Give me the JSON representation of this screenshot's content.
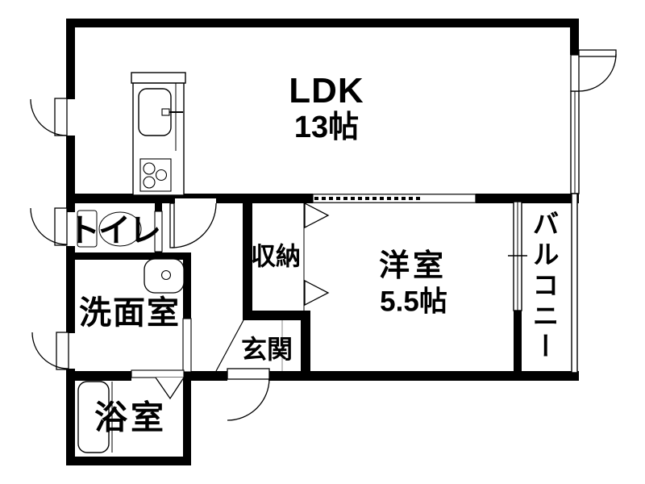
{
  "plan": {
    "type": "floor-plan",
    "rooms": {
      "ldk": {
        "label": "LDK",
        "size": "13帖"
      },
      "western_room": {
        "label": "洋室",
        "size": "5.5帖"
      },
      "toilet": {
        "label": "トイレ"
      },
      "washroom": {
        "label": "洗面室"
      },
      "bathroom": {
        "label": "浴室"
      },
      "storage": {
        "label": "収納"
      },
      "entrance": {
        "label": "玄関"
      },
      "balcony": {
        "label": "バルコニー"
      }
    },
    "colors": {
      "wall": "#000000",
      "background": "#ffffff",
      "text": "#000000"
    }
  }
}
